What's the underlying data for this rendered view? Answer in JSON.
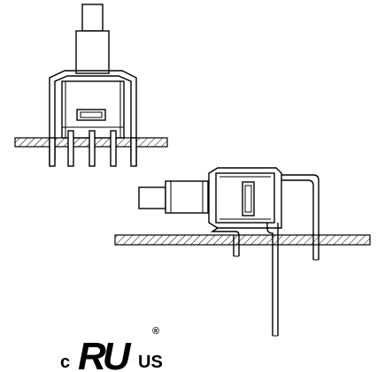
{
  "certification": {
    "left_letter": "c",
    "mark_letters": "RU",
    "right_letters": "US",
    "registered_symbol": "®"
  }
}
